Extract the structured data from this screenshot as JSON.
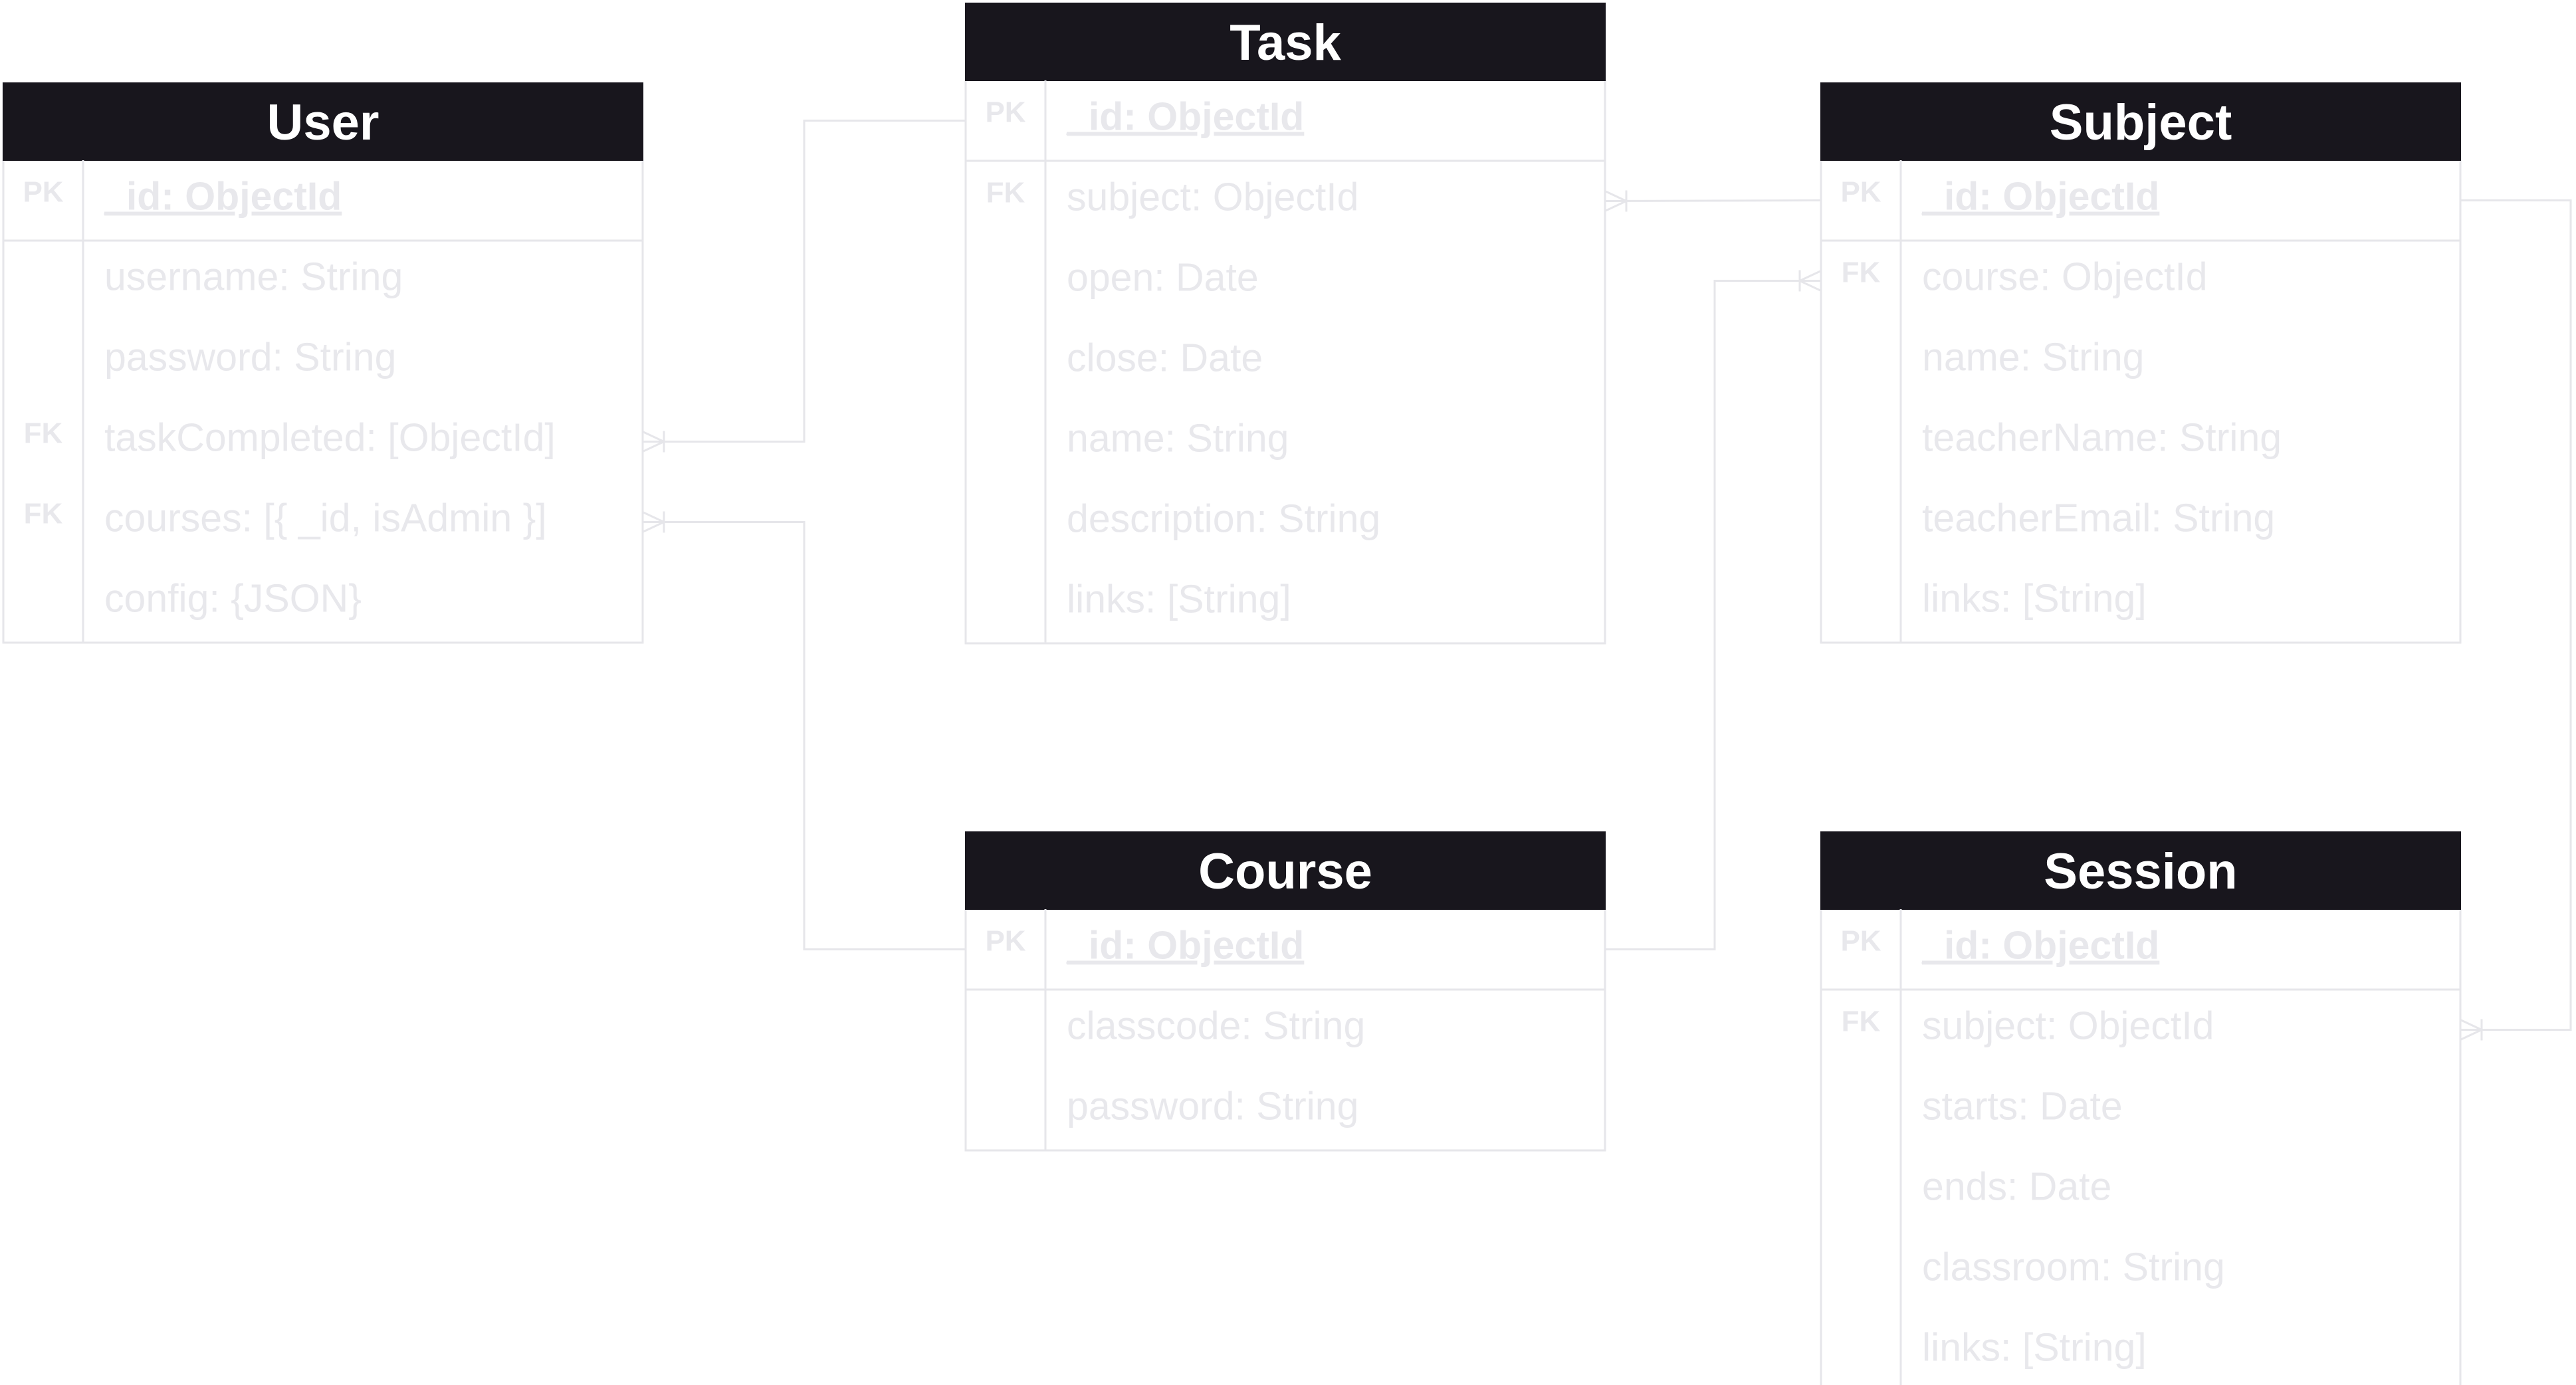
{
  "colors": {
    "header_bg": "#18161d",
    "header_text": "#ffffff",
    "field_text": "#e8e8ec",
    "key_text": "#e8e8ec",
    "border": "#e6e6ea",
    "connector": "#e6e6ea"
  },
  "entities": {
    "user": {
      "title": "User",
      "fields": [
        {
          "key": "PK",
          "name": "_id: ObjectId",
          "pk": true
        },
        {
          "key": "",
          "name": "username: String",
          "pk": false
        },
        {
          "key": "",
          "name": "password: String",
          "pk": false
        },
        {
          "key": "FK",
          "name": "taskCompleted: [ObjectId]",
          "pk": false
        },
        {
          "key": "FK",
          "name": "courses: [{ _id, isAdmin }]",
          "pk": false
        },
        {
          "key": "",
          "name": "config: {JSON}",
          "pk": false
        }
      ]
    },
    "task": {
      "title": "Task",
      "fields": [
        {
          "key": "PK",
          "name": "_id: ObjectId",
          "pk": true
        },
        {
          "key": "FK",
          "name": "subject: ObjectId",
          "pk": false
        },
        {
          "key": "",
          "name": "open: Date",
          "pk": false
        },
        {
          "key": "",
          "name": "close: Date",
          "pk": false
        },
        {
          "key": "",
          "name": "name: String",
          "pk": false
        },
        {
          "key": "",
          "name": "description: String",
          "pk": false
        },
        {
          "key": "",
          "name": "links: [String]",
          "pk": false
        }
      ]
    },
    "subject": {
      "title": "Subject",
      "fields": [
        {
          "key": "PK",
          "name": "_id: ObjectId",
          "pk": true
        },
        {
          "key": "FK",
          "name": "course: ObjectId",
          "pk": false
        },
        {
          "key": "",
          "name": "name: String",
          "pk": false
        },
        {
          "key": "",
          "name": "teacherName: String",
          "pk": false
        },
        {
          "key": "",
          "name": "teacherEmail: String",
          "pk": false
        },
        {
          "key": "",
          "name": "links: [String]",
          "pk": false
        }
      ]
    },
    "course": {
      "title": "Course",
      "fields": [
        {
          "key": "PK",
          "name": "_id: ObjectId",
          "pk": true
        },
        {
          "key": "",
          "name": "classcode: String",
          "pk": false
        },
        {
          "key": "",
          "name": "password: String",
          "pk": false
        }
      ]
    },
    "session": {
      "title": "Session",
      "fields": [
        {
          "key": "PK",
          "name": "_id: ObjectId",
          "pk": true
        },
        {
          "key": "FK",
          "name": "subject: ObjectId",
          "pk": false
        },
        {
          "key": "",
          "name": "starts: Date",
          "pk": false
        },
        {
          "key": "",
          "name": "ends: Date",
          "pk": false
        },
        {
          "key": "",
          "name": "classroom: String",
          "pk": false
        },
        {
          "key": "",
          "name": "links: [String]",
          "pk": false
        }
      ]
    }
  },
  "relationships": [
    {
      "from": "task._id",
      "to": "user.taskCompleted",
      "cardinality": "one-to-many"
    },
    {
      "from": "course._id",
      "to": "user.courses",
      "cardinality": "one-to-many"
    },
    {
      "from": "subject._id",
      "to": "task.subject",
      "cardinality": "one-to-many"
    },
    {
      "from": "course._id",
      "to": "subject.course",
      "cardinality": "one-to-many"
    },
    {
      "from": "subject._id",
      "to": "session.subject",
      "cardinality": "one-to-many"
    }
  ]
}
